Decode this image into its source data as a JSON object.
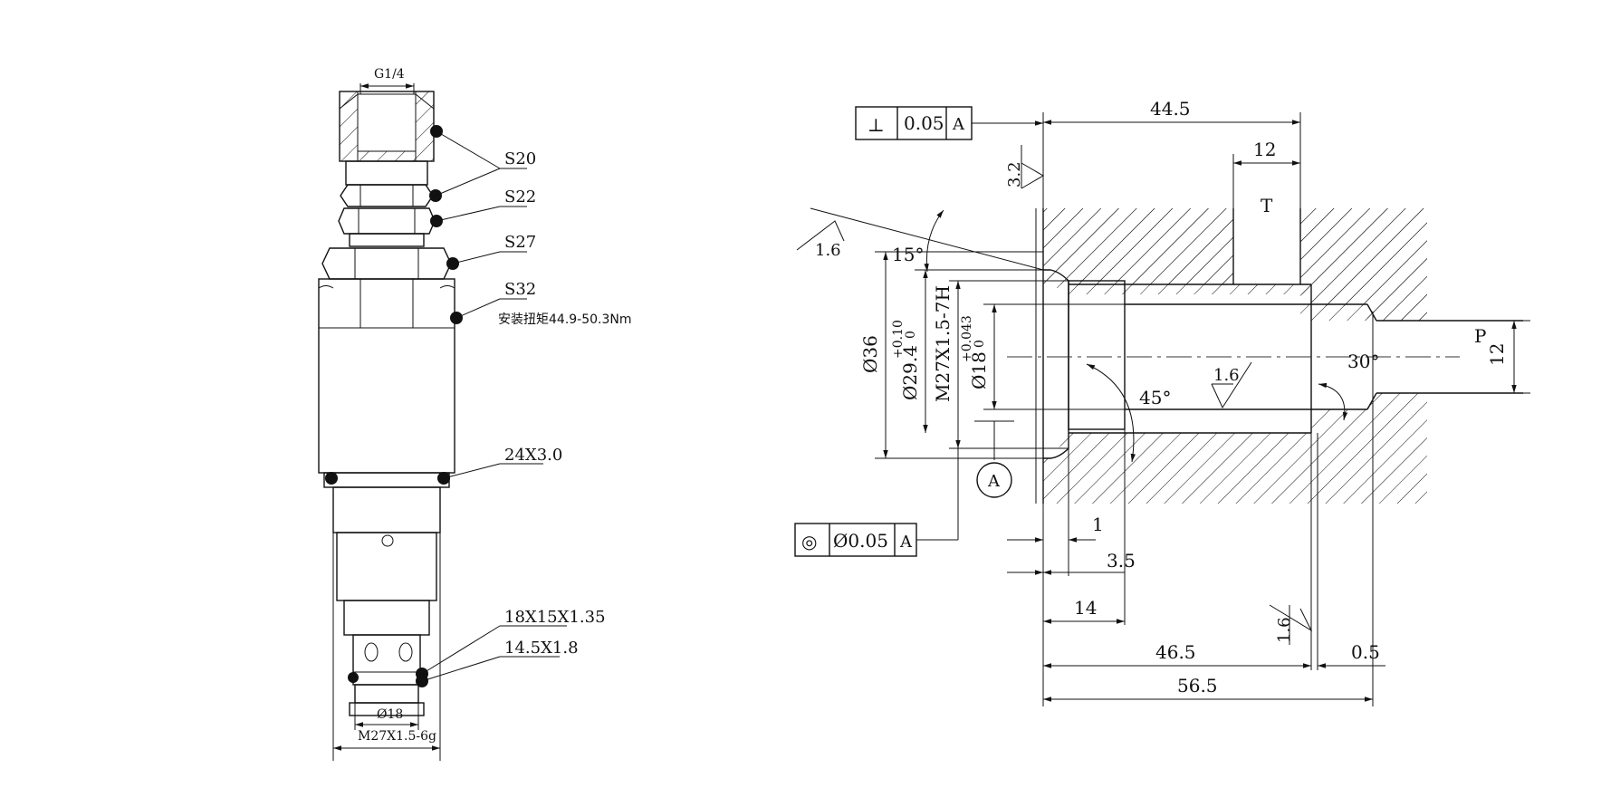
{
  "left_view": {
    "port_thread": "G1/4",
    "hex_s20": "S20",
    "hex_s22": "S22",
    "hex_s27": "S27",
    "hex_s32": "S32",
    "torque_note": "安装扭矩44.9-50.3Nm",
    "oring_main": "24X3.0",
    "oring_a": "18X15X1.35",
    "oring_b": "14.5X1.8",
    "dia_bottom": "Ø18",
    "thread_bottom": "M27X1.5-6g"
  },
  "right_view": {
    "frame_perp": {
      "symbol": "⊥",
      "value": "0.05",
      "datum": "A"
    },
    "frame_conc": {
      "symbol": "◎",
      "value": "Ø0.05",
      "datum": "A"
    },
    "datum_label": "A",
    "dim_44_5": "44.5",
    "dim_12_top": "12",
    "port_t": "T",
    "port_p": "P",
    "dim_12_right": "12",
    "rough_3_2": "3.2",
    "rough_1_6_a": "1.6",
    "rough_1_6_b": "1.6",
    "rough_1_6_c": "1.6",
    "angle_15": "15°",
    "angle_45": "45°",
    "angle_30": "30°",
    "dia_36": "Ø36",
    "dia_29_4": "Ø29.4",
    "tol_29_4_upper": "+0.10",
    "tol_29_4_lower": "0",
    "thread_bore": "M27X1.5-7H",
    "dia_18": "Ø18",
    "tol_18_upper": "+0.043",
    "tol_18_lower": "0",
    "dim_1": "1",
    "dim_3_5": "3.5",
    "dim_14": "14",
    "dim_46_5": "46.5",
    "dim_0_5": "0.5",
    "dim_56_5": "56.5"
  }
}
